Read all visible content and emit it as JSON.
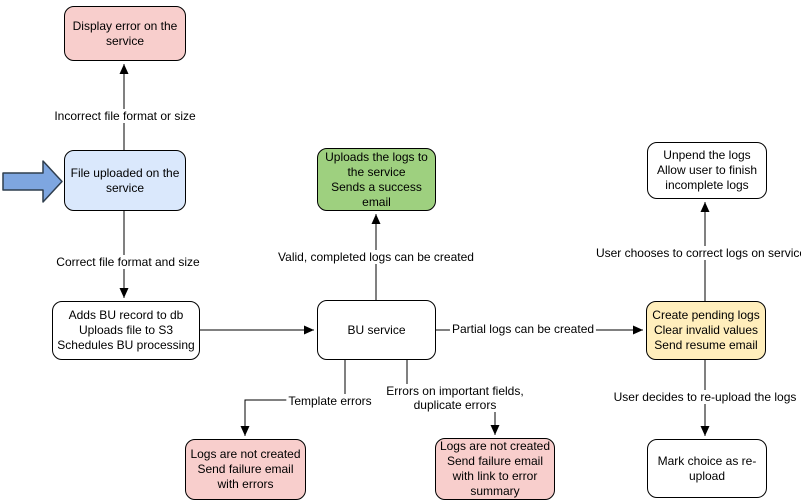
{
  "colors": {
    "pink": "#f8cecc",
    "blue": "#dae8fc",
    "green": "#9ed07f",
    "yellow": "#ffeebc",
    "white": "#ffffff",
    "node_border": "#000000",
    "edge": "#000000",
    "pointer_arrow_fill": "#7ea6e0"
  },
  "diagram": {
    "nodes": [
      {
        "id": "display-error",
        "label": "Display error on the\nservice",
        "fill": "#f8cecc"
      },
      {
        "id": "file-uploaded",
        "label": "File uploaded on the\nservice",
        "fill": "#dae8fc"
      },
      {
        "id": "adds-bu-record",
        "label": "Adds BU record to db\nUploads file to S3\nSchedules BU processing",
        "fill": "#ffffff"
      },
      {
        "id": "bu-service",
        "label": "BU service",
        "fill": "#ffffff"
      },
      {
        "id": "uploads-logs-success",
        "label": "Uploads the logs to\nthe service\nSends a success\nemail",
        "fill": "#9ed07f"
      },
      {
        "id": "unpend-logs",
        "label": "Unpend the logs\nAllow user to finish\nincomplete logs",
        "fill": "#ffffff"
      },
      {
        "id": "create-pending-logs",
        "label": "Create pending logs\nClear invalid values\nSend resume email",
        "fill": "#ffeebc"
      },
      {
        "id": "mark-reupload",
        "label": "Mark choice as re-\nupload",
        "fill": "#ffffff"
      },
      {
        "id": "logs-not-created-errors",
        "label": "Logs are not created\nSend failure email\nwith errors",
        "fill": "#f8cecc"
      },
      {
        "id": "logs-not-created-summary",
        "label": "Logs are not created\nSend failure email\nwith link to error\nsummary",
        "fill": "#f8cecc"
      }
    ],
    "edge_labels": [
      {
        "id": "incorrect-format",
        "text": "Incorrect file format or size"
      },
      {
        "id": "correct-format",
        "text": "Correct file format and size"
      },
      {
        "id": "valid-logs",
        "text": "Valid, completed logs can be created"
      },
      {
        "id": "partial-logs",
        "text": "Partial logs can be created"
      },
      {
        "id": "template-errors",
        "text": "Template errors"
      },
      {
        "id": "field-errors",
        "text": "Errors on important fields,\nduplicate errors"
      },
      {
        "id": "user-corrects",
        "text": "User chooses to correct logs on service"
      },
      {
        "id": "user-reuploads",
        "text": "User decides to re-upload the logs"
      }
    ]
  }
}
